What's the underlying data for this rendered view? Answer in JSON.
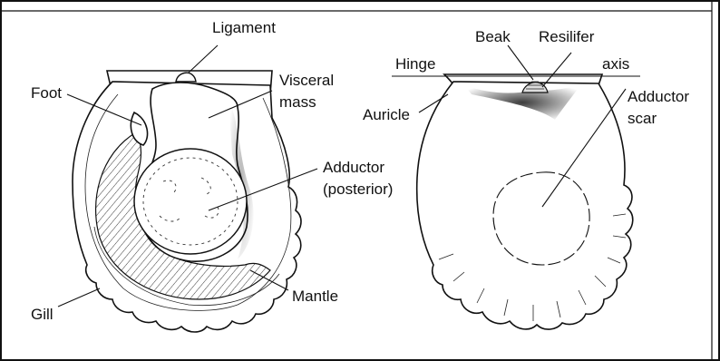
{
  "labels": {
    "ligament": "Ligament",
    "visceral": "Visceral",
    "mass": "mass",
    "foot": "Foot",
    "adductor": "Adductor",
    "posterior": "(posterior)",
    "gill": "Gill",
    "mantle": "Mantle",
    "beak": "Beak",
    "resilifer": "Resilifer",
    "hinge": "Hinge",
    "axis": "axis",
    "auricle": "Auricle",
    "adductor2": "Adductor",
    "scar": "scar"
  },
  "colors": {
    "ink": "#111111",
    "background": "#ffffff"
  }
}
